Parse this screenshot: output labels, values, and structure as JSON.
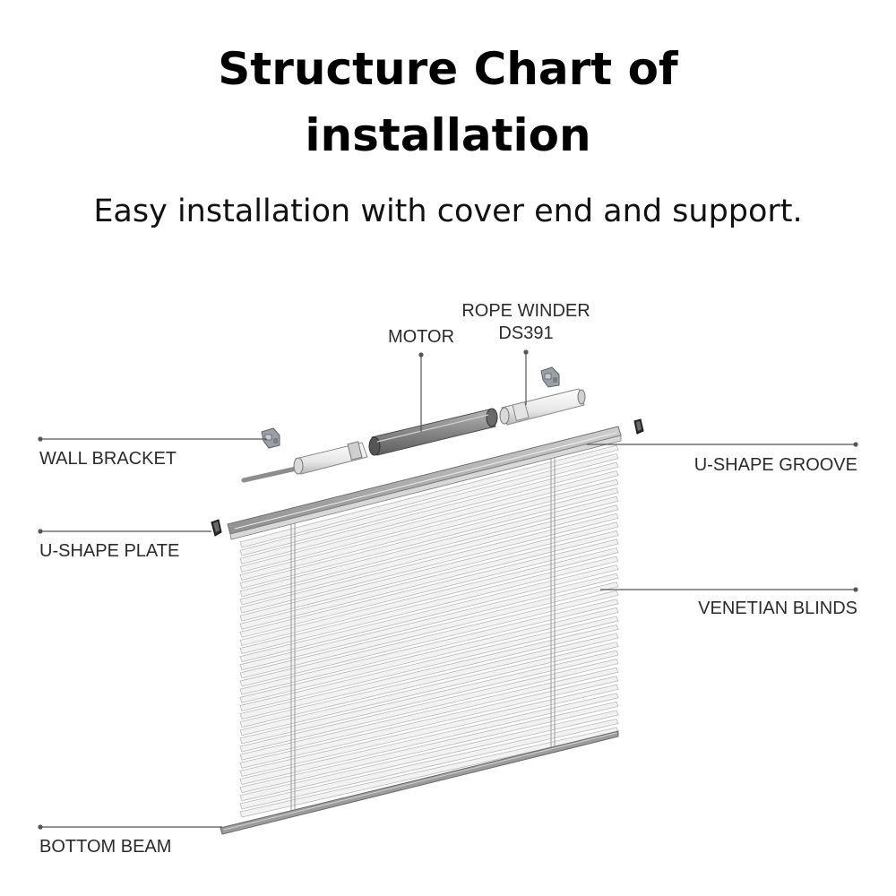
{
  "header": {
    "title_line1": "Structure Chart of",
    "title_line2": "installation",
    "subtitle": "Easy installation with cover end and support."
  },
  "labels": {
    "motor": "MOTOR",
    "rope_winder_line1": "ROPE WINDER",
    "rope_winder_line2": "DS391",
    "wall_bracket": "WALL BRACKET",
    "u_shape_groove": "U-SHAPE GROOVE",
    "u_shape_plate": "U-SHAPE PLATE",
    "venetian_blinds": "VENETIAN BLINDS",
    "bottom_beam": "BOTTOM BEAM"
  },
  "colors": {
    "motor_body": "#8a8a8a",
    "rail": "#a8a8a8",
    "slat": "#f2f2f2",
    "leader": "#555555"
  }
}
